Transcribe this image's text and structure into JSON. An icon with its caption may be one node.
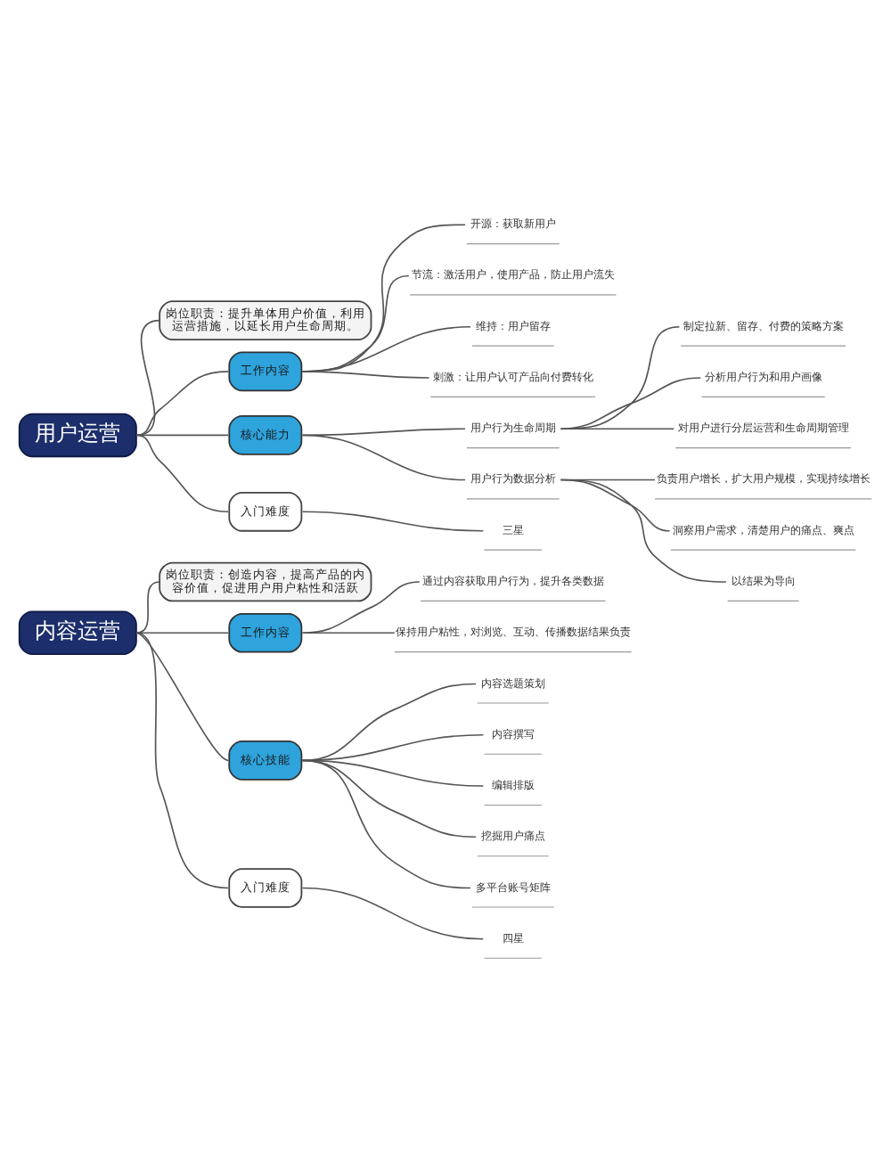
{
  "diagram": {
    "nodes": [
      {
        "text": [
          "用户运营"
        ]
      },
      {
        "text": [
          "岗位职责：提升单体用户价值，利用运营措施，以延长用户生命周期。"
        ]
      },
      {
        "text": [
          "工作内容"
        ]
      },
      {
        "text": [
          "开源：获取新用户"
        ]
      },
      {
        "text": [
          "节流：激活用户，使用产品，防止用户流失"
        ]
      },
      {
        "text": [
          "维持：用户留存"
        ]
      },
      {
        "text": [
          "刺激：让用户认可产品向付费转化"
        ]
      },
      {
        "text": [
          "核心能力"
        ]
      },
      {
        "text": [
          "用户行为生命周期"
        ]
      },
      {
        "text": [
          "制定拉新、留存、付费的策略方案"
        ]
      },
      {
        "text": [
          "分析用户行为和用户画像"
        ]
      },
      {
        "text": [
          "对用户进行分层运营和生命周期管理"
        ]
      },
      {
        "text": [
          "用户行为数据分析"
        ]
      },
      {
        "text": [
          "负责用户增长，扩大用户规模，实现持续增长"
        ]
      },
      {
        "text": [
          "洞察用户需求，清楚用户的痛点、爽点"
        ]
      },
      {
        "text": [
          "以结果为导向"
        ]
      },
      {
        "text": [
          "入门难度"
        ]
      },
      {
        "text": [
          "三星"
        ]
      },
      {
        "text": [
          "内容运营"
        ]
      },
      {
        "text": [
          "岗位职责：创造内容，提高产品的内容价值，促进用户用户粘性和活跃"
        ]
      },
      {
        "text": [
          "工作内容"
        ]
      },
      {
        "text": [
          "通过内容获取用户行为，提升各类数据"
        ]
      },
      {
        "text": [
          "保持用户粘性，对浏览、互动、传播数据结果负责"
        ]
      },
      {
        "text": [
          "核心技能"
        ]
      },
      {
        "text": [
          "内容选题策划"
        ]
      },
      {
        "text": [
          "内容撰写"
        ]
      },
      {
        "text": [
          "编辑排版"
        ]
      },
      {
        "text": [
          "挖掘用户痛点"
        ]
      },
      {
        "text": [
          "多平台账号矩阵"
        ]
      },
      {
        "text": [
          "入门难度"
        ]
      },
      {
        "text": [
          "四星"
        ]
      }
    ],
    "edges": [
      {
        "from": 0,
        "to": 1,
        "arrow": "none"
      },
      {
        "from": 0,
        "to": 2,
        "arrow": "none"
      },
      {
        "from": 2,
        "to": 3,
        "arrow": "none"
      },
      {
        "from": 2,
        "to": 4,
        "arrow": "none"
      },
      {
        "from": 2,
        "to": 5,
        "arrow": "none"
      },
      {
        "from": 2,
        "to": 6,
        "arrow": "none"
      },
      {
        "from": 0,
        "to": 7,
        "arrow": "none"
      },
      {
        "from": 7,
        "to": 8,
        "arrow": "none"
      },
      {
        "from": 8,
        "to": 9,
        "arrow": "none"
      },
      {
        "from": 8,
        "to": 10,
        "arrow": "none"
      },
      {
        "from": 8,
        "to": 11,
        "arrow": "none"
      },
      {
        "from": 7,
        "to": 12,
        "arrow": "none"
      },
      {
        "from": 12,
        "to": 13,
        "arrow": "none"
      },
      {
        "from": 12,
        "to": 14,
        "arrow": "none"
      },
      {
        "from": 12,
        "to": 15,
        "arrow": "none"
      },
      {
        "from": 0,
        "to": 16,
        "arrow": "none"
      },
      {
        "from": 16,
        "to": 17,
        "arrow": "none"
      },
      {
        "from": 18,
        "to": 19,
        "arrow": "none"
      },
      {
        "from": 18,
        "to": 20,
        "arrow": "none"
      },
      {
        "from": 20,
        "to": 21,
        "arrow": "none"
      },
      {
        "from": 20,
        "to": 22,
        "arrow": "none"
      },
      {
        "from": 18,
        "to": 23,
        "arrow": "none"
      },
      {
        "from": 23,
        "to": 24,
        "arrow": "none"
      },
      {
        "from": 23,
        "to": 25,
        "arrow": "none"
      },
      {
        "from": 23,
        "to": 26,
        "arrow": "none"
      },
      {
        "from": 23,
        "to": 27,
        "arrow": "none"
      },
      {
        "from": 23,
        "to": 28,
        "arrow": "none"
      },
      {
        "from": 18,
        "to": 29,
        "arrow": "none"
      },
      {
        "from": 29,
        "to": 30,
        "arrow": "none"
      }
    ]
  }
}
